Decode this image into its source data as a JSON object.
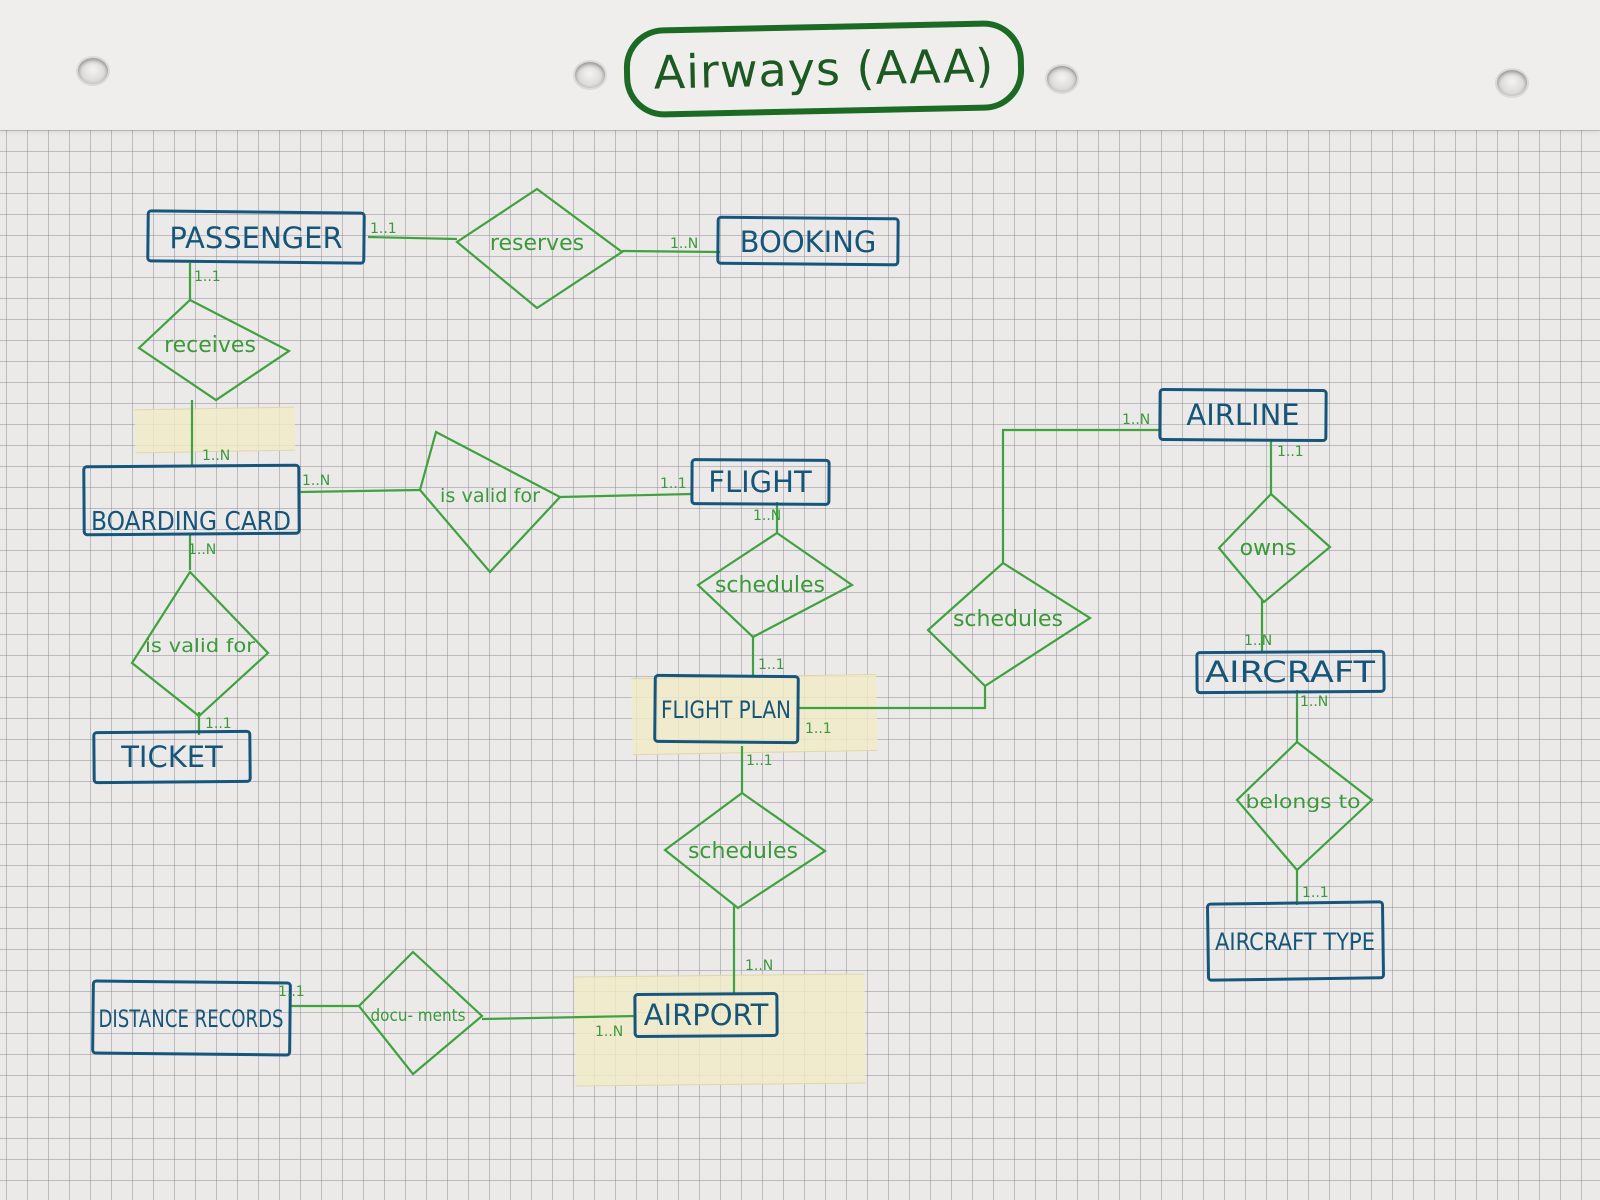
{
  "title": "Airways (AAA)",
  "entities": [
    {
      "id": "passenger",
      "label": "PASSENGER"
    },
    {
      "id": "booking",
      "label": "BOOKING"
    },
    {
      "id": "boarding",
      "label": "BOARDING CARD"
    },
    {
      "id": "flight",
      "label": "FLIGHT"
    },
    {
      "id": "airline",
      "label": "AIRLINE"
    },
    {
      "id": "ticket",
      "label": "TICKET"
    },
    {
      "id": "flightplan",
      "label": "FLIGHT PLAN"
    },
    {
      "id": "aircraft",
      "label": "AIRCRAFT"
    },
    {
      "id": "aircrafttype",
      "label": "AIRCRAFT TYPE"
    },
    {
      "id": "distance",
      "label": "DISTANCE RECORDS"
    },
    {
      "id": "airport",
      "label": "AIRPORT"
    }
  ],
  "relationships": [
    {
      "id": "reserves",
      "label": "reserves"
    },
    {
      "id": "receives",
      "label": "receives"
    },
    {
      "id": "bcflight",
      "label": "is valid for"
    },
    {
      "id": "bcticket",
      "label": "is valid for"
    },
    {
      "id": "schedflight",
      "label": "schedules"
    },
    {
      "id": "schedairline",
      "label": "schedules"
    },
    {
      "id": "owns",
      "label": "owns"
    },
    {
      "id": "belongs",
      "label": "belongs to"
    },
    {
      "id": "schedairport",
      "label": "schedules"
    },
    {
      "id": "documents",
      "label": "docu- ments"
    }
  ],
  "cardinalities": [
    {
      "id": "pass-reserves",
      "label": "1..1"
    },
    {
      "id": "book-reserves",
      "label": "1..N"
    },
    {
      "id": "pass-receives",
      "label": "1..1"
    },
    {
      "id": "bc-receives",
      "label": "1..N"
    },
    {
      "id": "bc-flight",
      "label": "1..N"
    },
    {
      "id": "flight-bc",
      "label": "1..1"
    },
    {
      "id": "bc-ticket",
      "label": "1..N"
    },
    {
      "id": "ticket-bc",
      "label": "1..1"
    },
    {
      "id": "flight-sched",
      "label": "1..N"
    },
    {
      "id": "fp-sched",
      "label": "1..1"
    },
    {
      "id": "airline-sched",
      "label": "1..N"
    },
    {
      "id": "fp-airline",
      "label": "1..1"
    },
    {
      "id": "airline-owns",
      "label": "1..1"
    },
    {
      "id": "aircraft-owns",
      "label": "1..N"
    },
    {
      "id": "aircraft-belongs",
      "label": "1..N"
    },
    {
      "id": "type-belongs",
      "label": "1..1"
    },
    {
      "id": "fp-airport",
      "label": "1..1"
    },
    {
      "id": "airport-sched",
      "label": "1..N"
    },
    {
      "id": "distance-docs",
      "label": "1..1"
    },
    {
      "id": "airport-docs",
      "label": "1..N"
    }
  ],
  "colors": {
    "entity_ink": "#16567d",
    "relationship_ink": "#3fa23f",
    "title_ink": "#1c6b25",
    "tape": "#f2ecc8"
  }
}
